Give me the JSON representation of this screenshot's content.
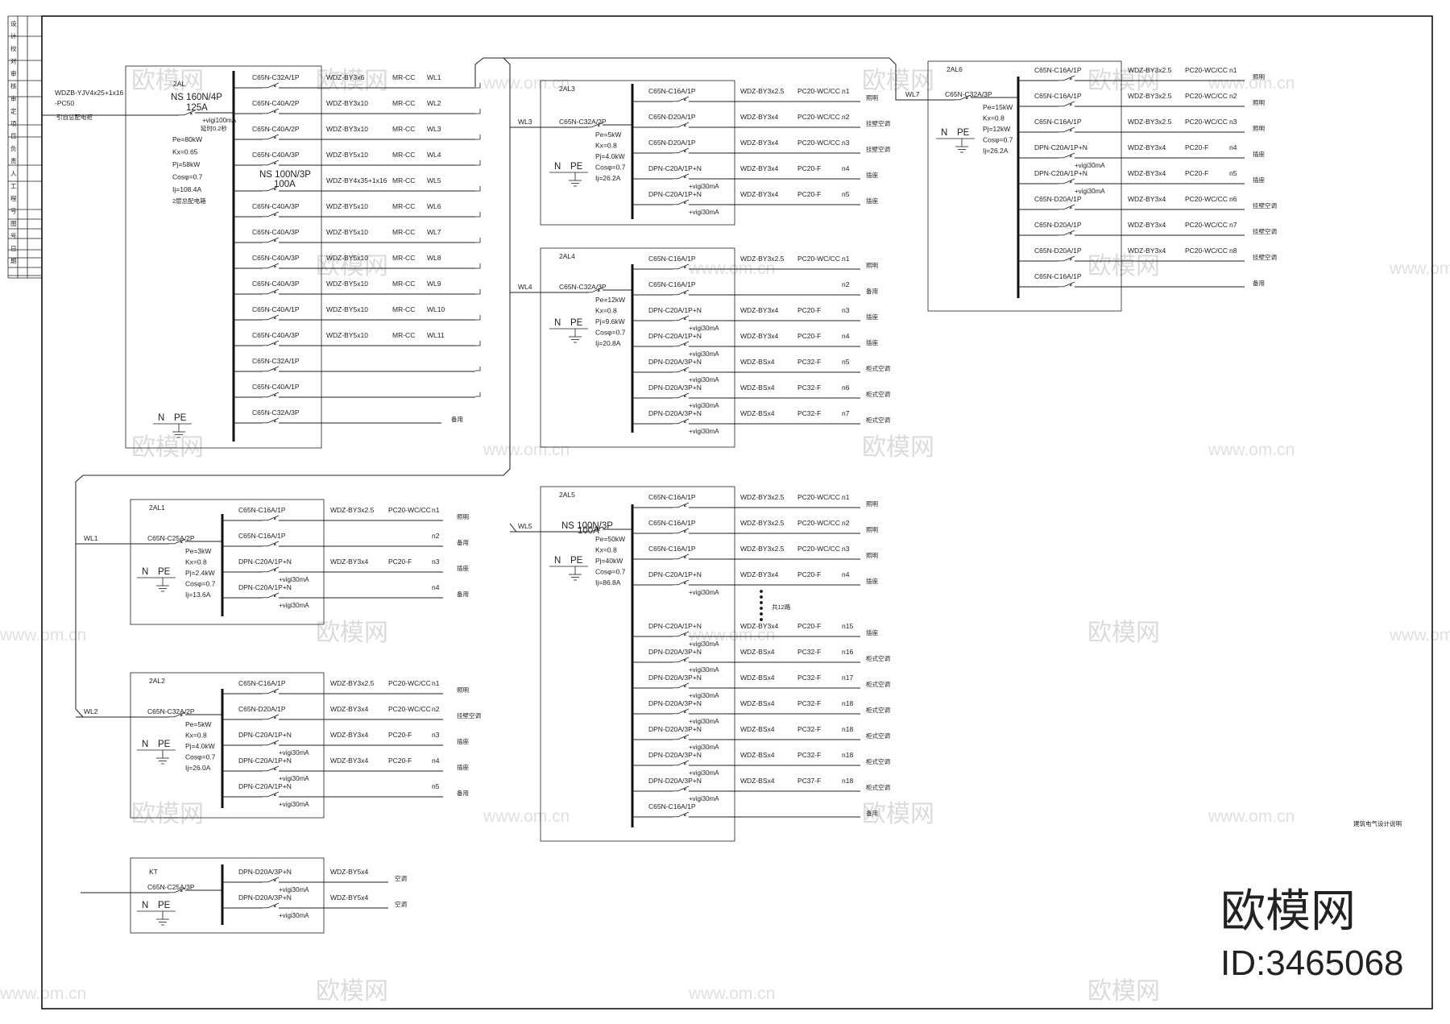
{
  "title_strip": {
    "chars": [
      "设",
      "计",
      "校",
      "对",
      "审",
      "核",
      "审",
      "定",
      "项",
      "目",
      "负",
      "责",
      "人",
      "工",
      "程",
      "号",
      "图",
      "号",
      "日",
      "期"
    ]
  },
  "main_panel": {
    "name": "2AL",
    "incoming_cable": "WDZB-YJV4x25+1x16",
    "incoming_conduit": "-PC50",
    "incoming_from": "引自总配电柜",
    "main_breaker": "NS 160N/4P",
    "main_breaker_rating": "125A",
    "rcd": "+vigi100mA",
    "rcd_delay": "延时0.2秒",
    "params": [
      "Pe=80kW",
      "Kx=0.65",
      "Pj=58kW",
      "Cosφ=0.7",
      "Ij=108.4A"
    ],
    "note": "2层总配电箱",
    "sub_breaker": "NS 100N/3P",
    "sub_breaker_rating": "100A",
    "neutral": "N",
    "pe": "PE",
    "circuits": [
      {
        "breaker": "C65N-C32A/1P",
        "cable": "WDZ-BY3x6",
        "conduit": "MR-CC",
        "id": "WL1"
      },
      {
        "breaker": "C65N-C40A/2P",
        "cable": "WDZ-BY3x10",
        "conduit": "MR-CC",
        "id": "WL2"
      },
      {
        "breaker": "C65N-C40A/2P",
        "cable": "WDZ-BY3x10",
        "conduit": "MR-CC",
        "id": "WL3"
      },
      {
        "breaker": "C65N-C40A/3P",
        "cable": "WDZ-BY5x10",
        "conduit": "MR-CC",
        "id": "WL4"
      },
      {
        "breaker": "",
        "cable": "WDZ-BY4x35+1x16",
        "conduit": "MR-CC",
        "id": "WL5"
      },
      {
        "breaker": "C65N-C40A/3P",
        "cable": "WDZ-BY5x10",
        "conduit": "MR-CC",
        "id": "WL6"
      },
      {
        "breaker": "C65N-C40A/3P",
        "cable": "WDZ-BY5x10",
        "conduit": "MR-CC",
        "id": "WL7"
      },
      {
        "breaker": "C65N-C40A/3P",
        "cable": "WDZ-BY5x10",
        "conduit": "MR-CC",
        "id": "WL8"
      },
      {
        "breaker": "C65N-C40A/3P",
        "cable": "WDZ-BY5x10",
        "conduit": "MR-CC",
        "id": "WL9"
      },
      {
        "breaker": "C65N-C40A/1P",
        "cable": "WDZ-BY5x10",
        "conduit": "MR-CC",
        "id": "WL10"
      },
      {
        "breaker": "C65N-C40A/3P",
        "cable": "WDZ-BY5x10",
        "conduit": "MR-CC",
        "id": "WL11"
      },
      {
        "breaker": "C65N-C32A/1P",
        "cable": "",
        "conduit": "",
        "id": ""
      },
      {
        "breaker": "C65N-C40A/1P",
        "cable": "",
        "conduit": "",
        "id": ""
      },
      {
        "breaker": "C65N-C32A/3P",
        "cable": "",
        "conduit": "",
        "id": "",
        "use": "备用"
      }
    ]
  },
  "panels": {
    "al3": {
      "name": "2AL3",
      "wl": "WL3",
      "main": "C65N-C32A/2P",
      "main_rating": "",
      "params": [
        "Pe=5kW",
        "Kx=0.8",
        "Pj=4.0kW",
        "Cosφ=0.7",
        "Ij=26.2A"
      ],
      "neutral": "N",
      "pe": "PE",
      "circuits": [
        {
          "breaker": "C65N-C16A/1P",
          "rcd": "",
          "cable": "WDZ-BY3x2.5",
          "conduit": "PC20-WC/CC",
          "id": "n1",
          "use": "照明"
        },
        {
          "breaker": "C65N-D20A/1P",
          "rcd": "",
          "cable": "WDZ-BY3x4",
          "conduit": "PC20-WC/CC",
          "id": "n2",
          "use": "挂壁空调"
        },
        {
          "breaker": "C65N-D20A/1P",
          "rcd": "",
          "cable": "WDZ-BY3x4",
          "conduit": "PC20-WC/CC",
          "id": "n3",
          "use": "挂壁空调"
        },
        {
          "breaker": "DPN-C20A/1P+N",
          "rcd": "+vigi30mA",
          "cable": "WDZ-BY3x4",
          "conduit": "PC20-F",
          "id": "n4",
          "use": "插座"
        },
        {
          "breaker": "DPN-C20A/1P+N",
          "rcd": "+vigi30mA",
          "cable": "WDZ-BY3x4",
          "conduit": "PC20-F",
          "id": "n5",
          "use": "插座"
        }
      ]
    },
    "al4": {
      "name": "2AL4",
      "wl": "WL4",
      "main": "C65N-C32A/3P",
      "main_rating": "",
      "params": [
        "Pe=12kW",
        "Kx=0.8",
        "Pj=9.6kW",
        "Cosφ=0.7",
        "Ij=20.8A"
      ],
      "neutral": "N",
      "pe": "PE",
      "circuits": [
        {
          "breaker": "C65N-C16A/1P",
          "rcd": "",
          "cable": "WDZ-BY3x2.5",
          "conduit": "PC20-WC/CC",
          "id": "n1",
          "use": "照明"
        },
        {
          "breaker": "C65N-C16A/1P",
          "rcd": "",
          "cable": "",
          "conduit": "",
          "id": "n2",
          "use": "备用"
        },
        {
          "breaker": "DPN-C20A/1P+N",
          "rcd": "+vigi30mA",
          "cable": "WDZ-BY3x4",
          "conduit": "PC20-F",
          "id": "n3",
          "use": "插座"
        },
        {
          "breaker": "DPN-C20A/1P+N",
          "rcd": "+vigi30mA",
          "cable": "WDZ-BY3x4",
          "conduit": "PC20-F",
          "id": "n4",
          "use": "插座"
        },
        {
          "breaker": "DPN-D20A/3P+N",
          "rcd": "+vigi30mA",
          "cable": "WDZ-BSx4",
          "conduit": "PC32-F",
          "id": "n5",
          "use": "柜式空调"
        },
        {
          "breaker": "DPN-D20A/3P+N",
          "rcd": "+vigi30mA",
          "cable": "WDZ-BSx4",
          "conduit": "PC32-F",
          "id": "n6",
          "use": "柜式空调"
        },
        {
          "breaker": "DPN-D20A/3P+N",
          "rcd": "+vigi30mA",
          "cable": "WDZ-BSx4",
          "conduit": "PC32-F",
          "id": "n7",
          "use": "柜式空调"
        }
      ]
    },
    "al5": {
      "name": "2AL5",
      "wl": "WL5",
      "main": "NS 100N/3P",
      "main_rating": "100A",
      "params": [
        "Pe=50kW",
        "Kx=0.8",
        "Pj=40kW",
        "Cosφ=0.7",
        "Ij=86.8A"
      ],
      "neutral": "N",
      "pe": "PE",
      "dots_note": "共12路",
      "circuits": [
        {
          "breaker": "C65N-C16A/1P",
          "rcd": "",
          "cable": "WDZ-BY3x2.5",
          "conduit": "PC20-WC/CC",
          "id": "n1",
          "use": "照明"
        },
        {
          "breaker": "C65N-C16A/1P",
          "rcd": "",
          "cable": "WDZ-BY3x2.5",
          "conduit": "PC20-WC/CC",
          "id": "n2",
          "use": "照明"
        },
        {
          "breaker": "C65N-C16A/1P",
          "rcd": "",
          "cable": "WDZ-BY3x2.5",
          "conduit": "PC20-WC/CC",
          "id": "n3",
          "use": "照明"
        },
        {
          "breaker": "DPN-C20A/1P+N",
          "rcd": "+vigi30mA",
          "cable": "WDZ-BY3x4",
          "conduit": "PC20-F",
          "id": "n4",
          "use": "插座"
        },
        {
          "breaker": "DPN-C20A/1P+N",
          "rcd": "+vigi30mA",
          "cable": "WDZ-BY3x4",
          "conduit": "PC20-F",
          "id": "n15",
          "use": "插座"
        },
        {
          "breaker": "DPN-D20A/3P+N",
          "rcd": "+vigi30mA",
          "cable": "WDZ-BSx4",
          "conduit": "PC32-F",
          "id": "n16",
          "use": "柜式空调"
        },
        {
          "breaker": "DPN-D20A/3P+N",
          "rcd": "+vigi30mA",
          "cable": "WDZ-BSx4",
          "conduit": "PC32-F",
          "id": "n17",
          "use": "柜式空调"
        },
        {
          "breaker": "DPN-D20A/3P+N",
          "rcd": "+vigi30mA",
          "cable": "WDZ-BSx4",
          "conduit": "PC32-F",
          "id": "n18",
          "use": "柜式空调"
        },
        {
          "breaker": "DPN-D20A/3P+N",
          "rcd": "+vigi30mA",
          "cable": "WDZ-BSx4",
          "conduit": "PC32-F",
          "id": "n18",
          "use": "柜式空调"
        },
        {
          "breaker": "DPN-D20A/3P+N",
          "rcd": "+vigi30mA",
          "cable": "WDZ-BSx4",
          "conduit": "PC32-F",
          "id": "n18",
          "use": "柜式空调"
        },
        {
          "breaker": "DPN-D20A/3P+N",
          "rcd": "+vigi30mA",
          "cable": "WDZ-BSx4",
          "conduit": "PC37-F",
          "id": "n18",
          "use": "柜式空调"
        },
        {
          "breaker": "C65N-C16A/1P",
          "rcd": "",
          "cable": "",
          "conduit": "",
          "id": "",
          "use": "备用"
        }
      ]
    },
    "al6": {
      "name": "2AL6",
      "wl": "WL7",
      "main": "C65N-C32A/3P",
      "main_rating": "",
      "params": [
        "Pe=15kW",
        "Kx=0.8",
        "Pj=12kW",
        "Cosφ=0.7",
        "Ij=26.2A"
      ],
      "neutral": "N",
      "pe": "PE",
      "circuits": [
        {
          "breaker": "C65N-C16A/1P",
          "rcd": "",
          "cable": "WDZ-BY3x2.5",
          "conduit": "PC20-WC/CC",
          "id": "n1",
          "use": "照明"
        },
        {
          "breaker": "C65N-C16A/1P",
          "rcd": "",
          "cable": "WDZ-BY3x2.5",
          "conduit": "PC20-WC/CC",
          "id": "n2",
          "use": "照明"
        },
        {
          "breaker": "C65N-C16A/1P",
          "rcd": "",
          "cable": "WDZ-BY3x2.5",
          "conduit": "PC20-WC/CC",
          "id": "n3",
          "use": "照明"
        },
        {
          "breaker": "DPN-C20A/1P+N",
          "rcd": "+vigi30mA",
          "cable": "WDZ-BY3x4",
          "conduit": "PC20-F",
          "id": "n4",
          "use": "插座"
        },
        {
          "breaker": "DPN-C20A/1P+N",
          "rcd": "+vigi30mA",
          "cable": "WDZ-BY3x4",
          "conduit": "PC20-F",
          "id": "n5",
          "use": "插座"
        },
        {
          "breaker": "C65N-D20A/1P",
          "rcd": "",
          "cable": "WDZ-BY3x4",
          "conduit": "PC20-WC/CC",
          "id": "n6",
          "use": "挂壁空调"
        },
        {
          "breaker": "C65N-D20A/1P",
          "rcd": "",
          "cable": "WDZ-BY3x4",
          "conduit": "PC20-WC/CC",
          "id": "n7",
          "use": "挂壁空调"
        },
        {
          "breaker": "C65N-D20A/1P",
          "rcd": "",
          "cable": "WDZ-BY3x4",
          "conduit": "PC20-WC/CC",
          "id": "n8",
          "use": "挂壁空调"
        },
        {
          "breaker": "C65N-C16A/1P",
          "rcd": "",
          "cable": "",
          "conduit": "",
          "id": "",
          "use": "备用"
        }
      ]
    },
    "al1": {
      "name": "2AL1",
      "wl": "WL1",
      "main": "C65N-C25A/2P",
      "main_rating": "",
      "params": [
        "Pe=3kW",
        "Kx=0.8",
        "Pj=2.4kW",
        "Cosφ=0.7",
        "Ij=13.6A"
      ],
      "neutral": "N",
      "pe": "PE",
      "circuits": [
        {
          "breaker": "C65N-C16A/1P",
          "rcd": "",
          "cable": "WDZ-BY3x2.5",
          "conduit": "PC20-WC/CC",
          "id": "n1",
          "use": "照明"
        },
        {
          "breaker": "C65N-C16A/1P",
          "rcd": "",
          "cable": "",
          "conduit": "",
          "id": "n2",
          "use": "备用"
        },
        {
          "breaker": "DPN-C20A/1P+N",
          "rcd": "+vigi30mA",
          "cable": "WDZ-BY3x4",
          "conduit": "PC20-F",
          "id": "n3",
          "use": "插座"
        },
        {
          "breaker": "DPN-C20A/1P+N",
          "rcd": "+vigi30mA",
          "cable": "",
          "conduit": "",
          "id": "n4",
          "use": "备用"
        }
      ]
    },
    "al2": {
      "name": "2AL2",
      "wl": "WL2",
      "main": "C65N-C32A/2P",
      "main_rating": "",
      "params": [
        "Pe=5kW",
        "Kx=0.8",
        "Pj=4.0kW",
        "Cosφ=0.7",
        "Ij=26.0A"
      ],
      "neutral": "N",
      "pe": "PE",
      "circuits": [
        {
          "breaker": "C65N-C16A/1P",
          "rcd": "",
          "cable": "WDZ-BY3x2.5",
          "conduit": "PC20-WC/CC",
          "id": "n1",
          "use": "照明"
        },
        {
          "breaker": "C65N-D20A/1P",
          "rcd": "",
          "cable": "WDZ-BY3x4",
          "conduit": "PC20-WC/CC",
          "id": "n2",
          "use": "挂壁空调"
        },
        {
          "breaker": "DPN-C20A/1P+N",
          "rcd": "+vigi30mA",
          "cable": "WDZ-BY3x4",
          "conduit": "PC20-F",
          "id": "n3",
          "use": "插座"
        },
        {
          "breaker": "DPN-C20A/1P+N",
          "rcd": "+vigi30mA",
          "cable": "WDZ-BY3x4",
          "conduit": "PC20-F",
          "id": "n4",
          "use": "插座"
        },
        {
          "breaker": "DPN-C20A/1P+N",
          "rcd": "+vigi30mA",
          "cable": "",
          "conduit": "",
          "id": "n5",
          "use": "备用"
        }
      ]
    },
    "kt": {
      "name": "KT",
      "wl": "",
      "main": "C65N-C25A/3P",
      "main_rating": "",
      "params": [],
      "neutral": "N",
      "pe": "PE",
      "circuits": [
        {
          "breaker": "DPN-D20A/3P+N",
          "rcd": "+vigi30mA",
          "cable": "WDZ-BY5x4",
          "conduit": "",
          "id": "",
          "use": "空调"
        },
        {
          "breaker": "DPN-D20A/3P+N",
          "rcd": "+vigi30mA",
          "cable": "WDZ-BY5x4",
          "conduit": "",
          "id": "",
          "use": "空调"
        }
      ]
    }
  },
  "reference_note": "建筑电气设计说明",
  "watermark": {
    "brand": "欧模网",
    "url": "www.om.cn",
    "id_text": "ID:3465068"
  }
}
